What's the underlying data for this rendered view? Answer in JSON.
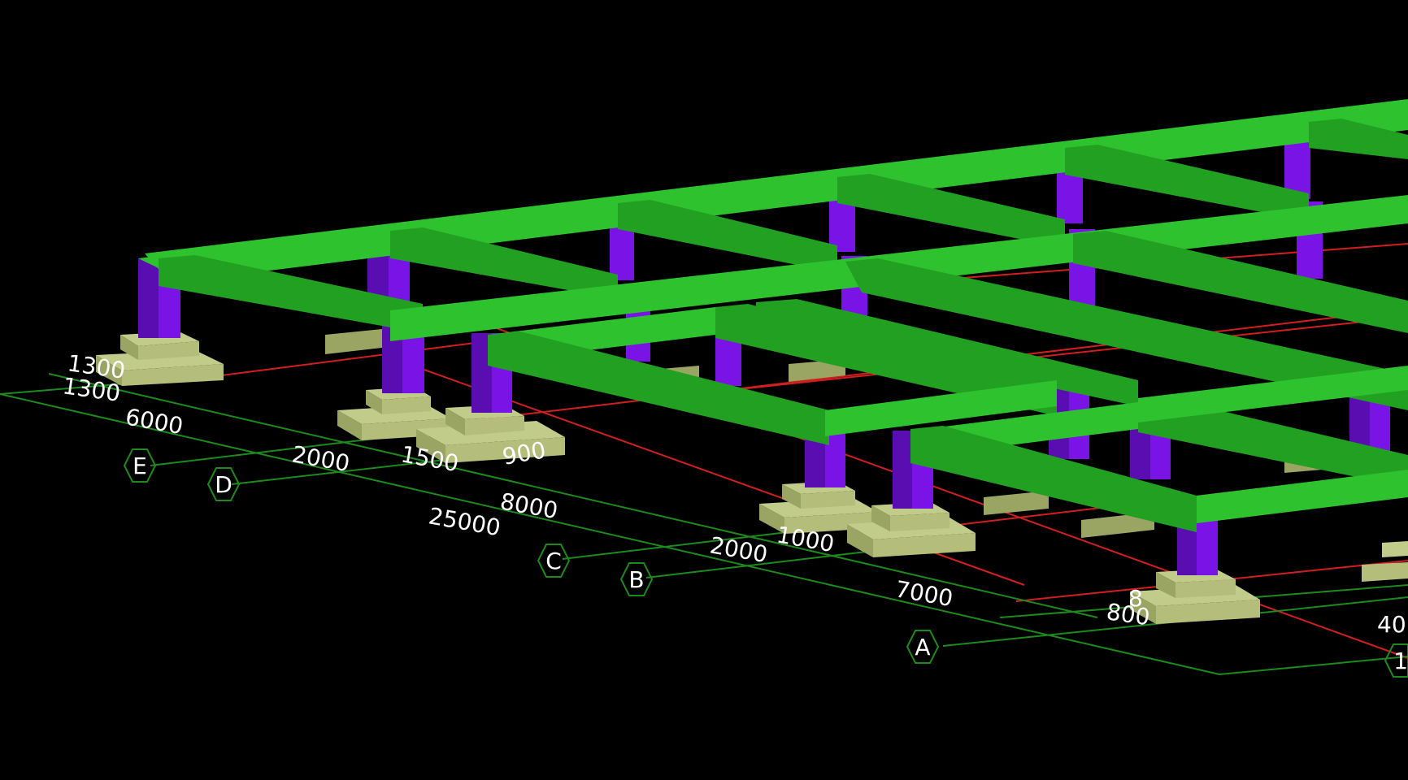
{
  "colors": {
    "background": "#000000",
    "beam_top": "#2ec22e",
    "beam_side": "#21a021",
    "beam_edge": "#1b7a1b",
    "column_front": "#7a14e6",
    "column_side": "#5a0db0",
    "footing_top": "#c2cc8a",
    "footing_side": "#9aa563",
    "grid_red": "#d11f1f",
    "grid_green": "#1d8a1d",
    "text": "#ffffff"
  },
  "axis_labels": {
    "E": "E",
    "D": "D",
    "C": "C",
    "B": "B",
    "A": "A",
    "row1": "1"
  },
  "dimensions": {
    "d_1300a": "1300",
    "d_1300b": "1300",
    "d_6000": "6000",
    "d_2000a": "2000",
    "d_1500": "1500",
    "d_900": "900",
    "d_8000": "8000",
    "d_25000": "25000",
    "d_2000b": "2000",
    "d_1000": "1000",
    "d_7000": "7000",
    "d_800": "800",
    "d_8x": "8",
    "d_40": "40"
  }
}
